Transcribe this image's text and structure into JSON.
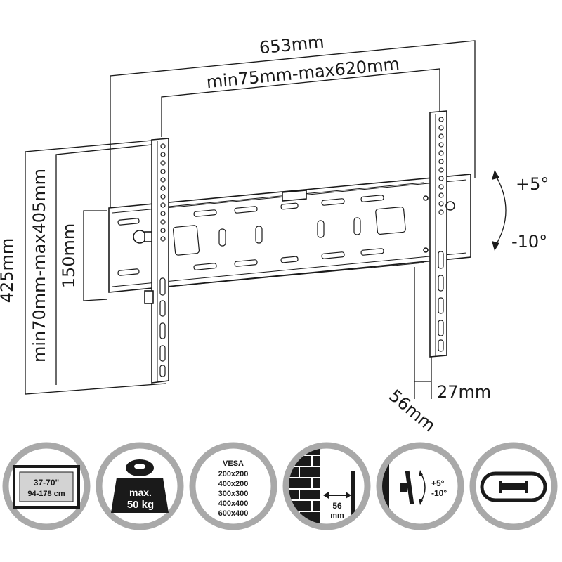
{
  "diagram": {
    "dimensions": {
      "total_width": "653mm",
      "vesa_width_range": "min75mm-max620mm",
      "total_height": "425mm",
      "vesa_height_range": "min70mm-max405mm",
      "rail_height": "150mm",
      "wall_distance_max": "56mm",
      "wall_distance_min": "27mm",
      "tilt_up": "+5°",
      "tilt_down": "-10°"
    }
  },
  "features": [
    {
      "id": "screen-size",
      "line1": "37-70\"",
      "line2": "94-178 cm"
    },
    {
      "id": "max-load",
      "line1": "max.",
      "line2": "50 kg"
    },
    {
      "id": "vesa",
      "title": "VESA",
      "items": [
        "200x200",
        "400x200",
        "300x300",
        "400x400",
        "600x400"
      ]
    },
    {
      "id": "wall-distance",
      "value": "56",
      "unit": "mm"
    },
    {
      "id": "tilt",
      "up": "+5°",
      "down": "-10°"
    },
    {
      "id": "level"
    }
  ]
}
